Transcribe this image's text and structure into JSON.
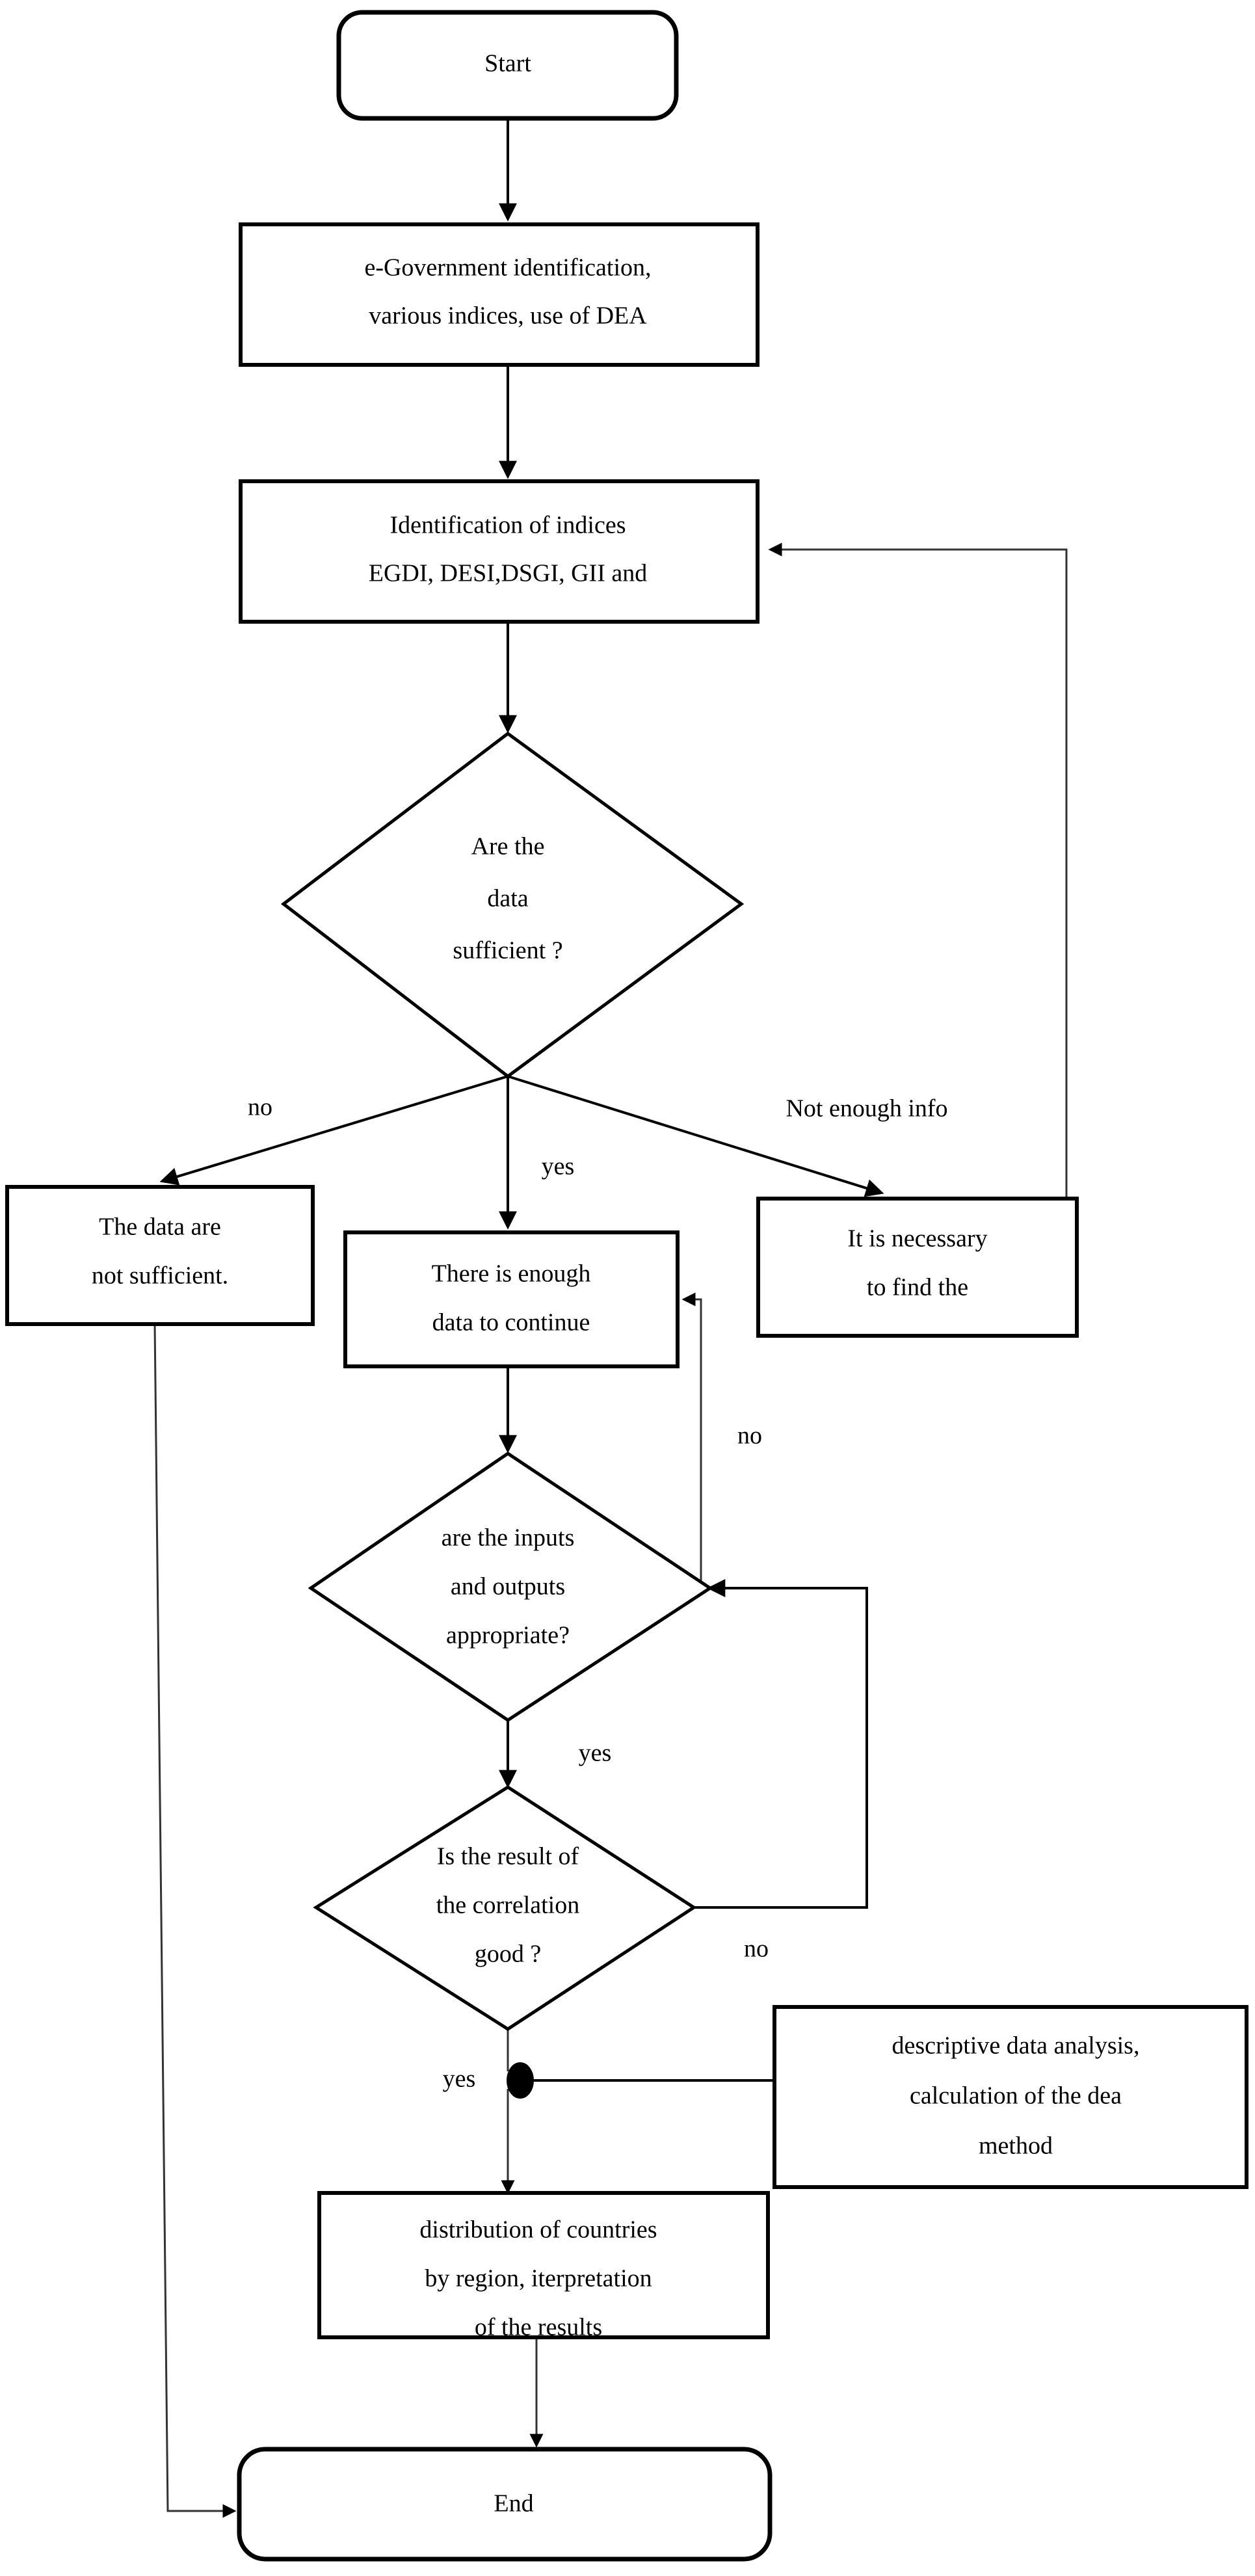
{
  "diagram": {
    "title": "Research methodology flowchart",
    "background_color": "#ffffff",
    "line_color": "#000000",
    "text_color": "#000000"
  },
  "nodes": {
    "start": {
      "label": "Start",
      "shape": "terminator"
    },
    "identification_dea": {
      "line1": "e-Government identification,",
      "line2": "various indices, use of DEA",
      "shape": "process"
    },
    "identification_indices": {
      "line1": "Identification of indices",
      "line2": "EGDI, DESI,DSGI, GII and",
      "shape": "process"
    },
    "decision_data_sufficient": {
      "line1": "Are the",
      "line2": "data",
      "line3": "sufficient ?",
      "shape": "decision"
    },
    "data_not_sufficient": {
      "line1": "The data are",
      "line2": "not sufficient.",
      "shape": "process"
    },
    "enough_data": {
      "line1": "There is enough",
      "line2": "data to continue",
      "shape": "process"
    },
    "necessary_to_find": {
      "line1": "It is necessary",
      "line2": "to find the",
      "shape": "process"
    },
    "decision_inputs_outputs": {
      "line1": "are the inputs",
      "line2": "and outputs",
      "line3": "appropriate?",
      "shape": "decision"
    },
    "decision_correlation": {
      "line1": "Is the result of",
      "line2": "the correlation",
      "line3": "good ?",
      "shape": "decision"
    },
    "descriptive_analysis": {
      "line1": "descriptive data analysis,",
      "line2": "calculation of the dea",
      "line3": "method",
      "shape": "process"
    },
    "distribution_results": {
      "line1": "distribution of countries",
      "line2": "by region, iterpretation",
      "line3": "of the results",
      "shape": "process"
    },
    "end": {
      "label": "End",
      "shape": "terminator"
    }
  },
  "edge_labels": {
    "data_sufficient_no": "no",
    "data_sufficient_yes": "yes",
    "data_sufficient_not_enough_info": "Not enough info",
    "inputs_outputs_no": "no",
    "inputs_outputs_yes": "yes",
    "correlation_no": "no",
    "correlation_yes": "yes"
  }
}
